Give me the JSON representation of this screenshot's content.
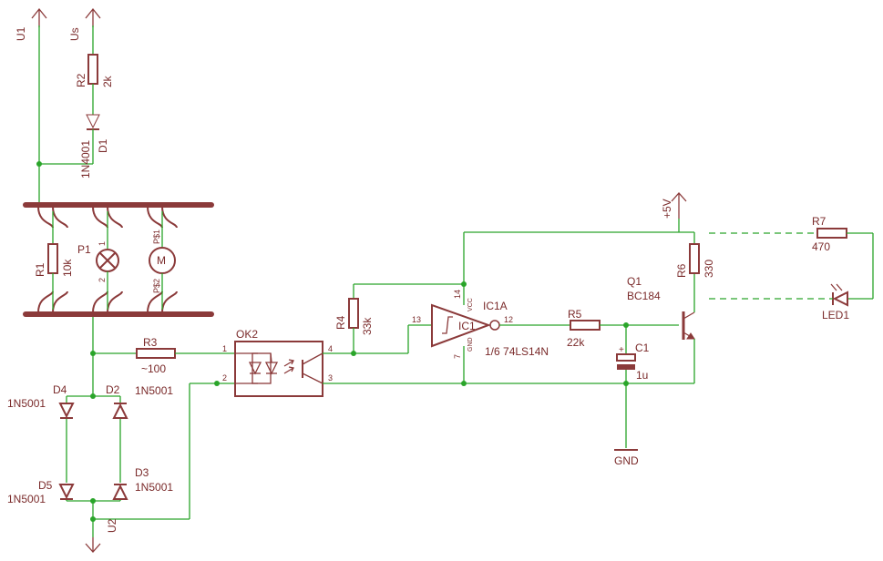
{
  "supply": {
    "u1": "U1",
    "us": "Us",
    "u2": "U2",
    "vcc5": "+5V",
    "gnd": "GND"
  },
  "r1": {
    "ref": "R1",
    "value": "10k"
  },
  "r2": {
    "ref": "R2",
    "value": "2k"
  },
  "r3": {
    "ref": "R3",
    "value": "~100"
  },
  "r4": {
    "ref": "R4",
    "value": "33k"
  },
  "r5": {
    "ref": "R5",
    "value": "22k"
  },
  "r6": {
    "ref": "R6",
    "value": "330"
  },
  "r7": {
    "ref": "R7",
    "value": "470"
  },
  "d1": {
    "ref": "D1",
    "value": "1N4001"
  },
  "d2": {
    "ref": "D2",
    "value": "1N5001"
  },
  "d3": {
    "ref": "D3",
    "value": "1N5001"
  },
  "d4": {
    "ref": "D4",
    "value": "1N5001"
  },
  "d5": {
    "ref": "D5",
    "value": "1N5001"
  },
  "p1": {
    "ref": "P1",
    "pin1": "1",
    "pin2": "2"
  },
  "motor": {
    "ref": "M",
    "pin1": "P$1",
    "pin2": "P$2"
  },
  "ok2": {
    "ref": "OK2",
    "pin1": "1",
    "pin2": "2",
    "pin3": "3",
    "pin4": "4"
  },
  "ic1": {
    "ref": "IC1A",
    "inner": "IC1",
    "value": "1/6 74LS14N",
    "pin_in": "13",
    "pin_out": "12",
    "pin_vcc": "14",
    "pin_gnd": "7",
    "vcc": "VCC",
    "gndl": "GND"
  },
  "c1": {
    "ref": "C1",
    "value": "1u",
    "plus": "+"
  },
  "q1": {
    "ref": "Q1",
    "value": "BC184"
  },
  "led1": {
    "ref": "LED1"
  }
}
